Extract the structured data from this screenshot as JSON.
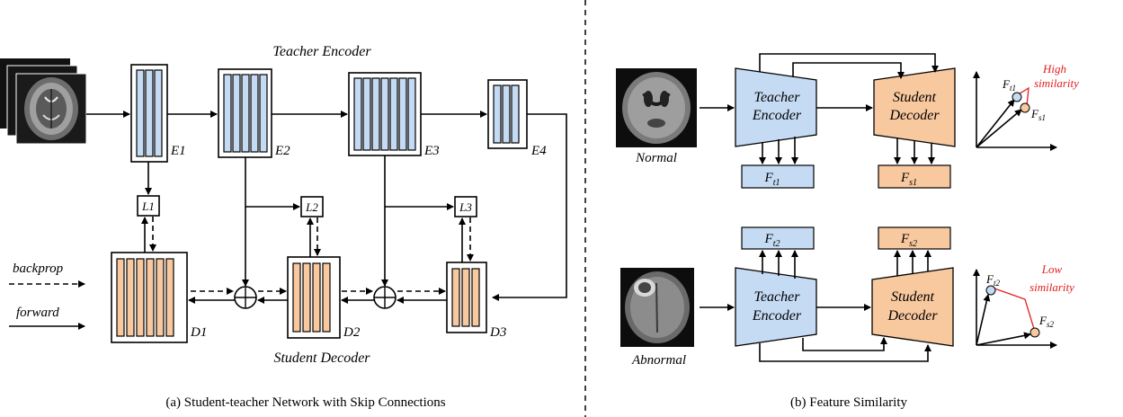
{
  "left_panel": {
    "teacher_title": "Teacher Encoder",
    "student_title": "Student Decoder",
    "encoders": [
      "E1",
      "E2",
      "E3",
      "E4"
    ],
    "decoders": [
      "D1",
      "D2",
      "D3"
    ],
    "losses": [
      "L1",
      "L2",
      "L3"
    ],
    "legend": {
      "backprop": "backprop",
      "forward": "forward"
    },
    "caption": "(a) Student-teacher Network with Skip Connections"
  },
  "right_panel": {
    "normal_label": "Normal",
    "abnormal_label": "Abnormal",
    "teacher_label_line1": "Teacher",
    "teacher_label_line2": "Encoder",
    "student_label_line1": "Student",
    "student_label_line2": "Decoder",
    "features_normal": {
      "teacher": "F",
      "teacher_sub": "t1",
      "student": "F",
      "student_sub": "s1"
    },
    "features_abnormal": {
      "teacher": "F",
      "teacher_sub": "t2",
      "student": "F",
      "student_sub": "s2"
    },
    "high_similarity_line1": "High",
    "high_similarity_line2": "similarity",
    "low_similarity_line1": "Low",
    "low_similarity_line2": "similarity",
    "caption": "(b) Feature Similarity",
    "accent_color": "#e02020"
  }
}
